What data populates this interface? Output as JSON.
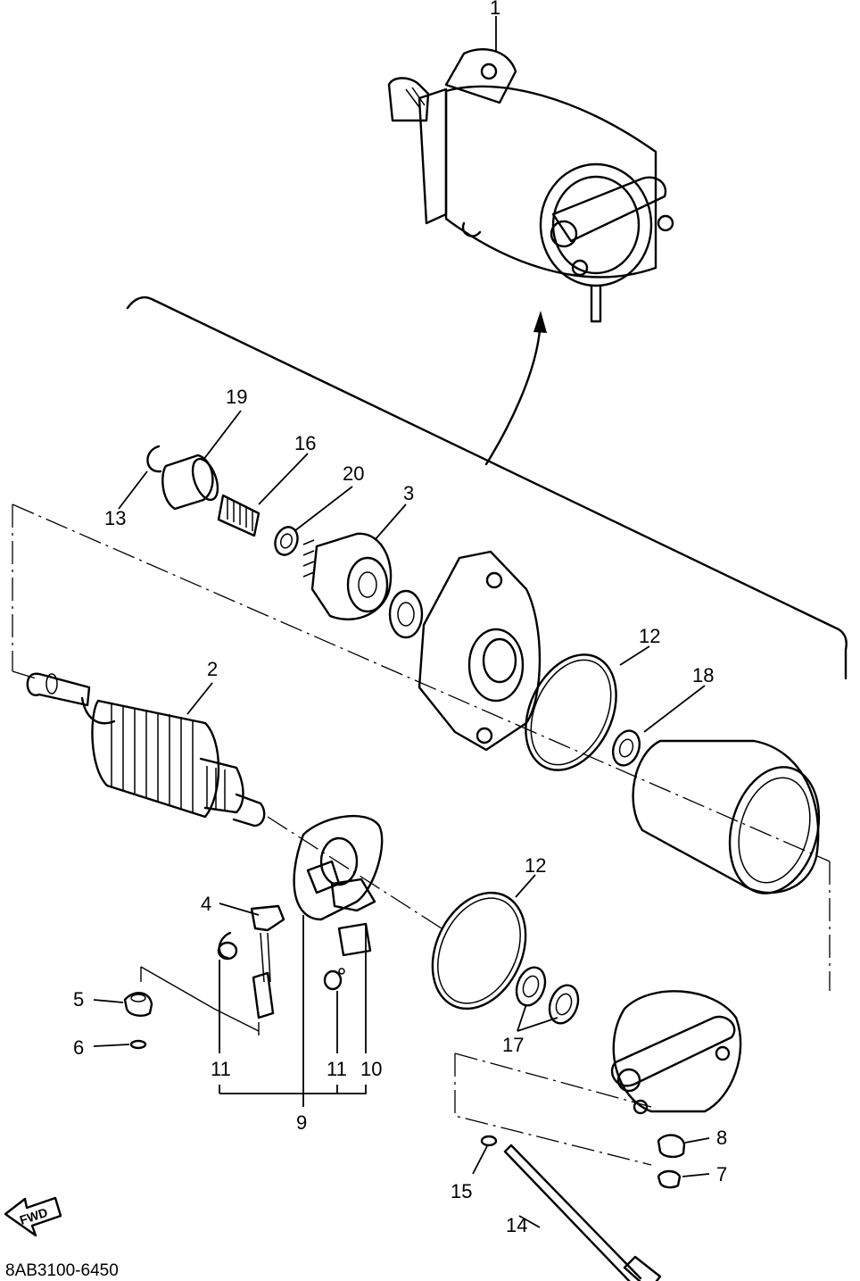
{
  "diagram": {
    "drawing_code": "8AB3100-6450",
    "fwd_label": "FWD",
    "callouts": [
      "1",
      "2",
      "3",
      "4",
      "5",
      "6",
      "7",
      "8",
      "9",
      "10",
      "11",
      "11",
      "12",
      "12",
      "13",
      "14",
      "15",
      "16",
      "17",
      "18",
      "19",
      "20"
    ]
  }
}
